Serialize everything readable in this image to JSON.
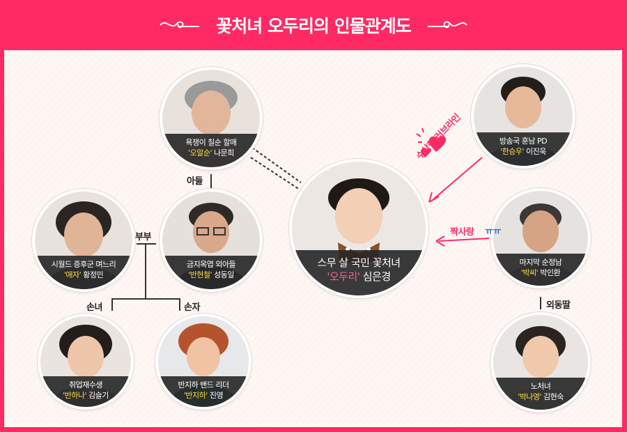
{
  "title": "꽃처녀 오두리의 인물관계도",
  "colors": {
    "accent": "#ff2a63",
    "highlight": "#ffde3e",
    "center_highlight": "#ff5f95"
  },
  "characters": {
    "grandma": {
      "role": "욕쟁이 칠순 할매",
      "name_quoted": "'오말순'",
      "actor": "나문희"
    },
    "son": {
      "role": "금지옥엽 외아들",
      "name_quoted": "'반현철'",
      "actor": "성동일"
    },
    "daughter_in_law": {
      "role": "시월드 증후군 며느리",
      "name_quoted": "'애자'",
      "actor": "황정민"
    },
    "granddaughter": {
      "role": "취업재수생",
      "name_quoted": "'반하나'",
      "actor": "김슬기"
    },
    "grandson": {
      "role": "반지하 밴드 리더",
      "name_quoted": "'반지하'",
      "actor": "진영"
    },
    "main": {
      "role": "스무 살 국민 꽃처녀",
      "name_quoted": "'오두리'",
      "actor": "심은경"
    },
    "pd": {
      "role": "방송국 훈남 PD",
      "name_quoted": "'한승우'",
      "actor": "이진욱"
    },
    "mr_park": {
      "role": "마지막 순정남",
      "name_quoted": "'박씨'",
      "actor": "박인환"
    },
    "park_daughter": {
      "role": "노처녀",
      "name_quoted": "'박나영'",
      "actor": "김현숙"
    }
  },
  "relations": {
    "son": "아들",
    "couple": "부부",
    "granddaughter": "손녀",
    "grandson": "손자",
    "romance": "수상한 러브라인",
    "crush": "짝사랑",
    "crush_emoticon": "ㅠㅠ",
    "only_daughter": "외동딸"
  }
}
